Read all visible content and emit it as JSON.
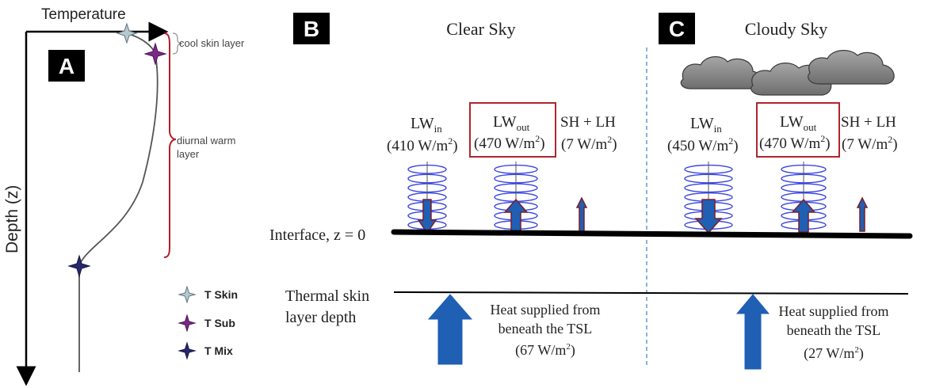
{
  "panel_a": {
    "badge": "A",
    "x_axis_label": "Temperature",
    "y_axis_label": "Depth (z)",
    "cool_skin_label": "cool skin layer",
    "diurnal_label_line1": "diurnal warm",
    "diurnal_label_line2": "layer",
    "legend": [
      {
        "label": "T Skin",
        "color": "#8fa9b4"
      },
      {
        "label": "T Sub",
        "color": "#7b2a86"
      },
      {
        "label": "T Mix",
        "color": "#28286e"
      }
    ]
  },
  "panel_b": {
    "badge": "B",
    "title": "Clear Sky",
    "lw_in": {
      "label_main": "LW",
      "label_sub": "in",
      "value_prefix": "(410 W/m",
      "value_sup": "2",
      "value_suffix": ")"
    },
    "lw_out": {
      "label_main": "LW",
      "label_sub": "out",
      "value_prefix": "(470 W/m",
      "value_sup": "2",
      "value_suffix": ")"
    },
    "sh_lh": {
      "label": "SH + LH",
      "value_prefix": "(7 W/m",
      "value_sup": "2",
      "value_suffix": ")"
    },
    "heat_line1": "Heat supplied from",
    "heat_line2": "beneath the TSL",
    "heat_value_prefix": "(67 W/m",
    "heat_value_sup": "2",
    "heat_value_suffix": ")"
  },
  "panel_c": {
    "badge": "C",
    "title": "Cloudy Sky",
    "lw_in": {
      "label_main": "LW",
      "label_sub": "in",
      "value_prefix": "(450 W/m",
      "value_sup": "2",
      "value_suffix": ")"
    },
    "lw_out": {
      "label_main": "LW",
      "label_sub": "out",
      "value_prefix": "(470 W/m",
      "value_sup": "2",
      "value_suffix": ")"
    },
    "sh_lh": {
      "label": "SH + LH",
      "value_prefix": "(7 W/m",
      "value_sup": "2",
      "value_suffix": ")"
    },
    "heat_line1": "Heat supplied from",
    "heat_line2": "beneath the TSL",
    "heat_value_prefix": "(27 W/m",
    "heat_value_sup": "2",
    "heat_value_suffix": ")"
  },
  "interface_label": "Interface, z = 0",
  "thermal_line1": "Thermal skin",
  "thermal_line2": "layer depth",
  "colors": {
    "wave": "#3a45e0",
    "arrow_fill": "#1f5fb4",
    "arrow_stroke": "#7a1f2a",
    "box_border": "#b0262c",
    "bracket": "#b01f2a",
    "divider": "#3b7ec6",
    "cloud": "#8c8c8c"
  }
}
